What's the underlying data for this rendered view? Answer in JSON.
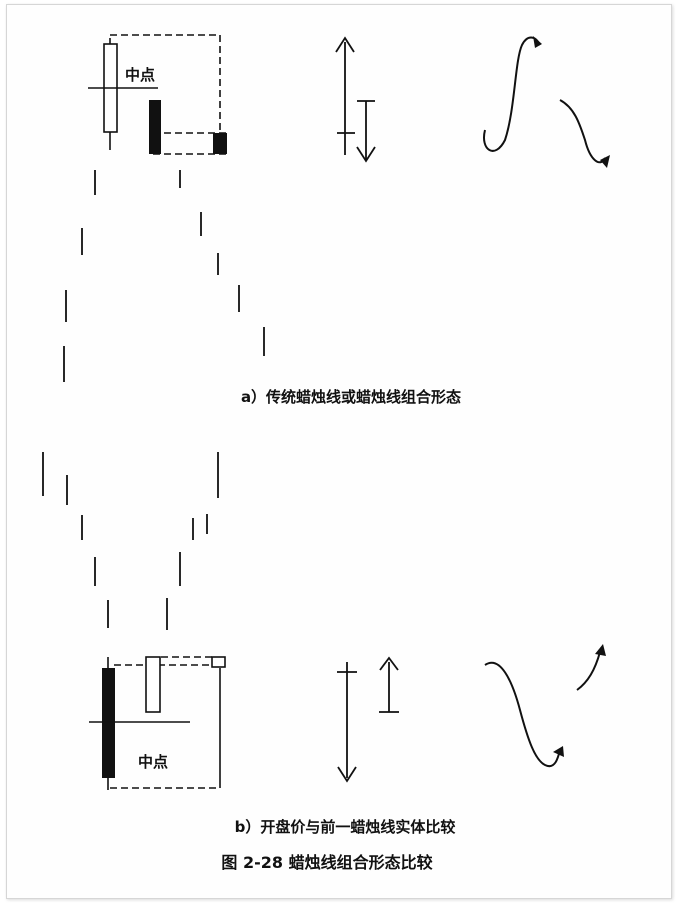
{
  "figure": {
    "title": "图 2-28    蜡烛线组合形态比较"
  },
  "panels": [
    {
      "id": "a",
      "caption": "a）传统蜡烛线或蜡烛线组合形态",
      "midpoint_label": "中点"
    },
    {
      "id": "b",
      "caption": "b）开盘价与前一蜡烛线实体比较",
      "midpoint_label": "中点"
    }
  ]
}
